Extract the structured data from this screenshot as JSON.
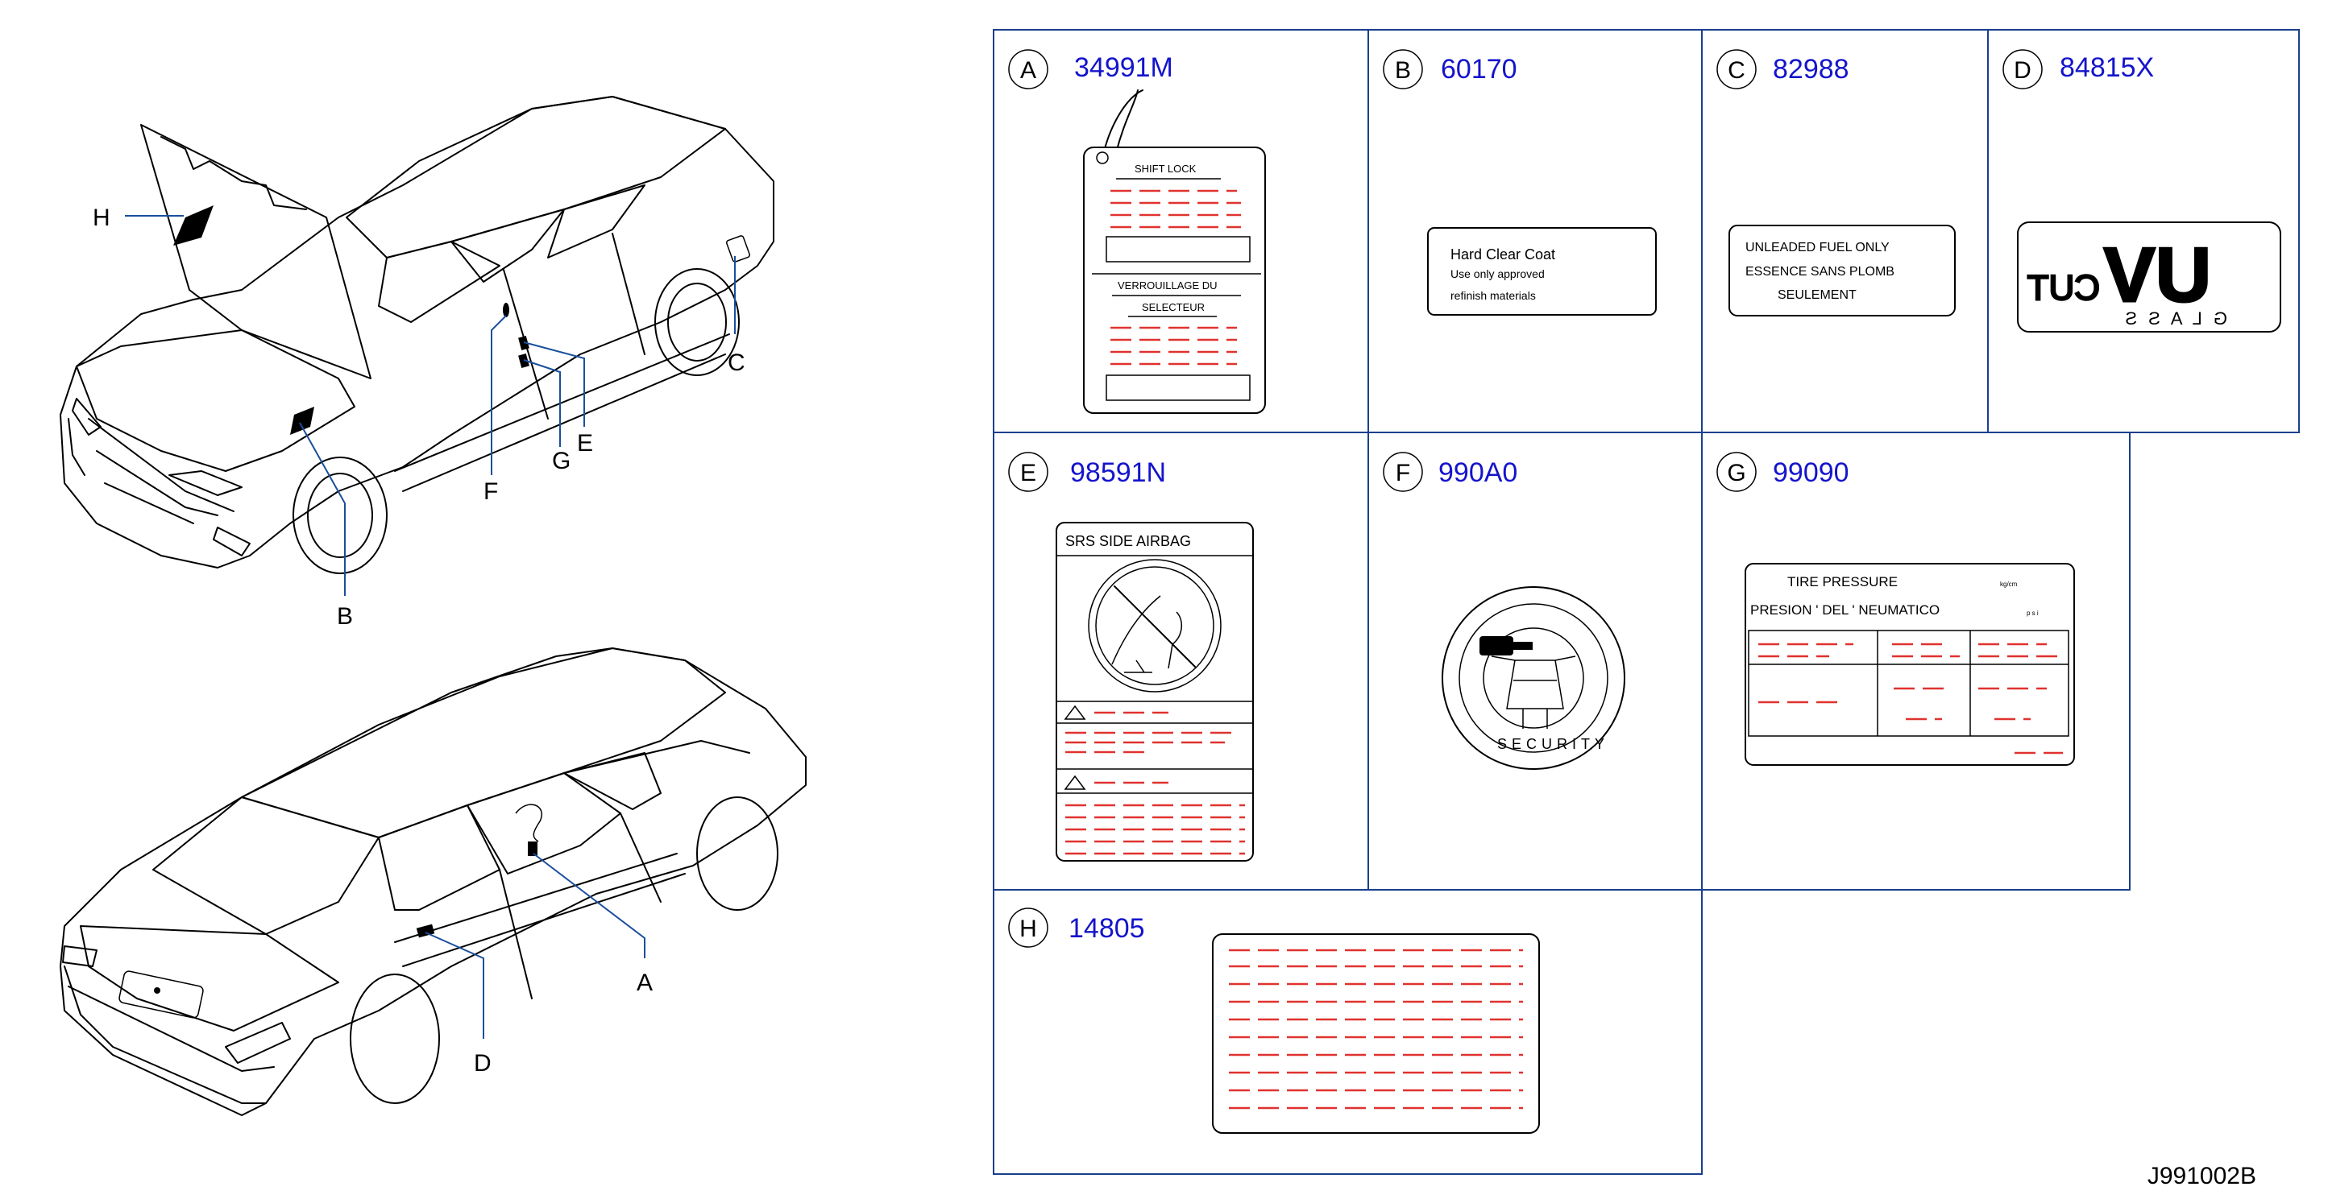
{
  "drawing_code": "J991002B",
  "callouts": [
    "A",
    "B",
    "C",
    "D",
    "E",
    "F",
    "G",
    "H"
  ],
  "panels": [
    {
      "letter": "A",
      "part_no": "34991M"
    },
    {
      "letter": "B",
      "part_no": "60170"
    },
    {
      "letter": "C",
      "part_no": "82988"
    },
    {
      "letter": "D",
      "part_no": "84815X"
    },
    {
      "letter": "E",
      "part_no": "98591N"
    },
    {
      "letter": "F",
      "part_no": "990A0"
    },
    {
      "letter": "G",
      "part_no": "99090"
    },
    {
      "letter": "H",
      "part_no": "14805"
    }
  ],
  "labels": {
    "a": {
      "line1": "SHIFT LOCK",
      "line2": "VERROUILLAGE DU",
      "line3": "SELECTEUR"
    },
    "b": {
      "line1": "Hard Clear Coat",
      "line2": "Use only approved",
      "line3": "refinish materials"
    },
    "c": {
      "line1": "UNLEADED FUEL ONLY",
      "line2": "ESSENCE SANS PLOMB",
      "line3": "SEULEMENT"
    },
    "d": {
      "uv": "UV",
      "cut": "CUT",
      "glass": "G L A S S"
    },
    "e": {
      "title": "SRS SIDE AIRBAG"
    },
    "f": {
      "ring": "SECURITY"
    },
    "g": {
      "line1": "TIRE PRESSURE",
      "line2": "PRESION ' DEL ' NEUMATICO",
      "unit1": "kg/cm",
      "unit2": "p s i"
    }
  },
  "colors": {
    "part_no": "#1414cc",
    "frame": "#1a3f8c",
    "leader": "#1a4f9c",
    "placeholder_text": "#e0322f"
  }
}
